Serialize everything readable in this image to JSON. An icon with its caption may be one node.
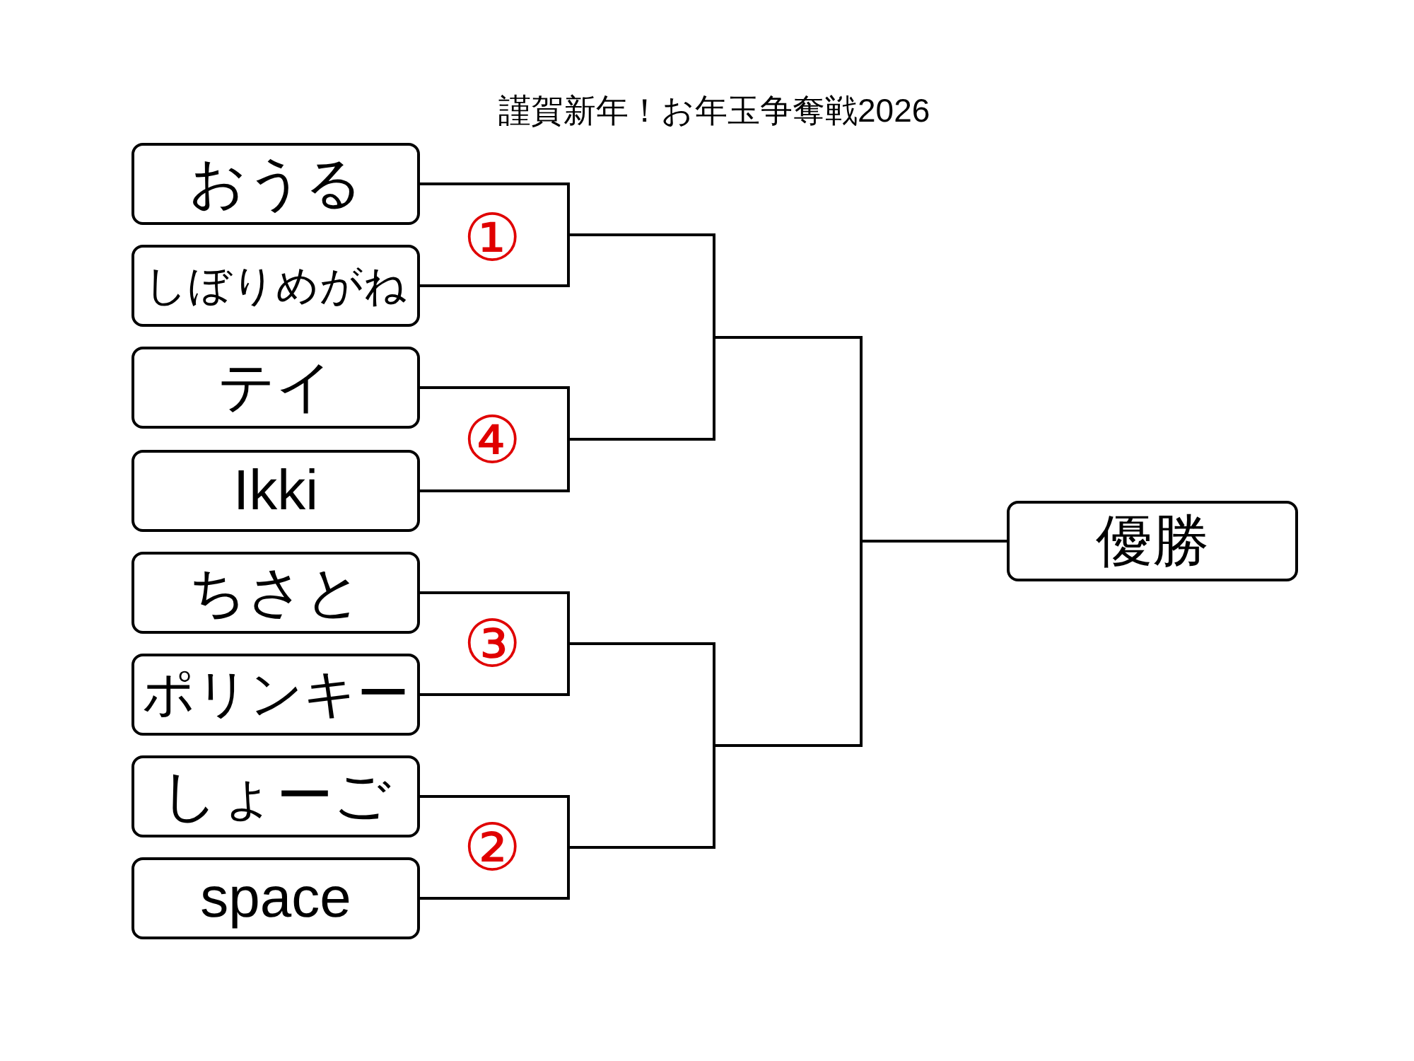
{
  "diagram": {
    "title": "謹賀新年！お年玉争奪戦2026",
    "nodes": [
      {
        "text": [
          "おうる"
        ]
      },
      {
        "text": [
          "しぼりめがね"
        ]
      },
      {
        "text": [
          "テイ"
        ]
      },
      {
        "text": [
          "Ikki"
        ]
      },
      {
        "text": [
          "ちさと"
        ]
      },
      {
        "text": [
          "ポリンキー"
        ]
      },
      {
        "text": [
          "しょーご"
        ]
      },
      {
        "text": [
          "space"
        ]
      },
      {
        "text": [
          "優勝"
        ]
      }
    ],
    "edges": [
      {
        "from": 0,
        "to": 8,
        "arrow": "none"
      },
      {
        "from": 1,
        "to": 8,
        "arrow": "none"
      },
      {
        "from": 2,
        "to": 8,
        "arrow": "none"
      },
      {
        "from": 3,
        "to": 8,
        "arrow": "none"
      },
      {
        "from": 4,
        "to": 8,
        "arrow": "none"
      },
      {
        "from": 5,
        "to": 8,
        "arrow": "none"
      },
      {
        "from": 6,
        "to": 8,
        "arrow": "none"
      },
      {
        "from": 7,
        "to": 8,
        "arrow": "none"
      }
    ],
    "labels": [
      "①",
      "④",
      "③",
      "②"
    ]
  }
}
